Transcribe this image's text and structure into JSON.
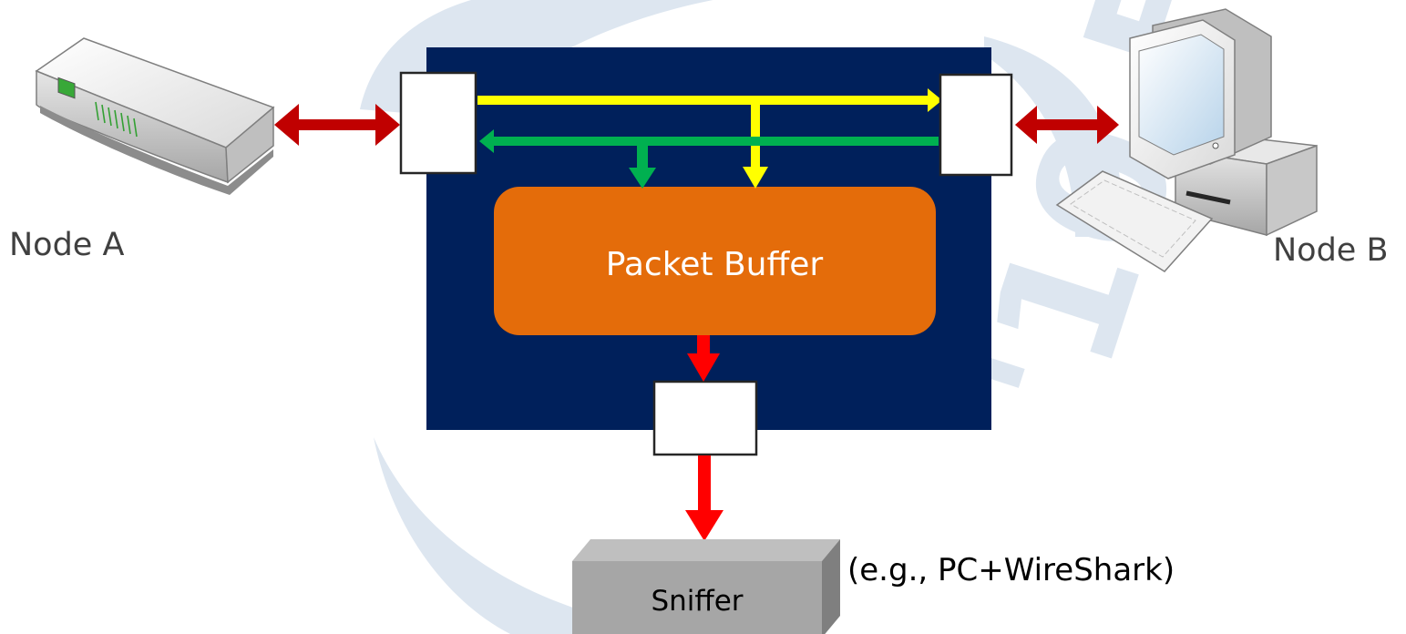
{
  "nodes": {
    "node_a": {
      "label": "Node A"
    },
    "node_b": {
      "label": "Node B"
    }
  },
  "buffer": {
    "label": "Packet Buffer"
  },
  "sniffer": {
    "label": "Sniffer",
    "note": "(e.g., PC+WireShark)"
  },
  "watermark": {
    "text": "'10 FEST"
  },
  "colors": {
    "background": "#ffffff",
    "switch_body": "#00205b",
    "packet_buffer": "#e46c0a",
    "port": "#ffffff",
    "link_arrow": "#c00000",
    "forward_arrow": "#ffff00",
    "reverse_arrow": "#00b050",
    "mirror_arrow": "#ff0000",
    "watermark": "#dde6f0",
    "sniffer_front": "#a6a6a6",
    "sniffer_top": "#bfbfbf",
    "sniffer_side": "#7f7f7f",
    "text": "#404040"
  },
  "icons": {
    "node_a": "router-device-icon",
    "node_b": "desktop-computer-icon"
  }
}
